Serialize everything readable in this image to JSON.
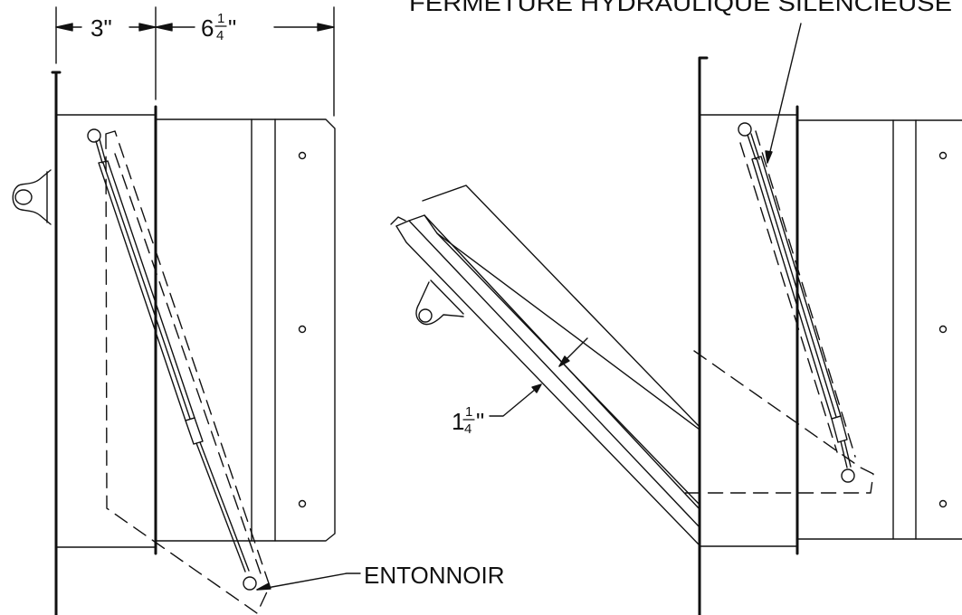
{
  "drawing": {
    "dim_left": {
      "whole": "3",
      "unit": "\""
    },
    "dim_right": {
      "whole": "6",
      "num": "1",
      "den": "4",
      "unit": "\""
    },
    "dim_gap": {
      "whole": "1",
      "num": "1",
      "den": "4",
      "unit": "\""
    },
    "label_top": "FERMETURE HYDRAULIQUE SILENCIEUSE",
    "label_bottom": "ENTONNOIR"
  },
  "colors": {
    "line": "#111111",
    "background": "#ffffff"
  }
}
